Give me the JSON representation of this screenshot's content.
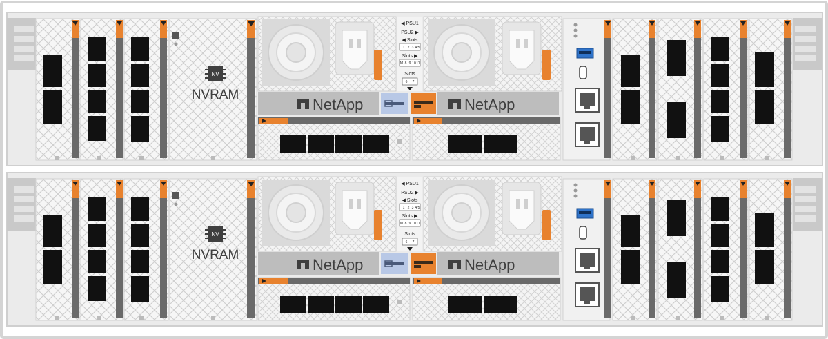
{
  "labels": {
    "nvram": "NVRAM",
    "nvram_badge": "NV",
    "brand": "NetApp",
    "psu1": "◀ PSU1",
    "psu2": "PSU2 ▶",
    "slots_left": "◀ Slots",
    "slots_right": "Slots ▶",
    "slots": "Slots",
    "slots_row_a": [
      "1",
      "2",
      "3",
      "4/5"
    ],
    "slots_row_b": [
      "8",
      "9",
      "10",
      "11"
    ],
    "slots_row_c": [
      "6",
      "7"
    ],
    "slots_m": "M"
  },
  "colors": {
    "chassis": "#ececec",
    "orange": "#e8822e",
    "port": "#111111",
    "handle": "#c8c8c8",
    "brand_bar": "#bdbdbd",
    "usb_blue": "#2f73c9",
    "light_blue": "#b8c8e6"
  },
  "icons": [
    "psu-fan-icon",
    "power-inlet-icon",
    "usb-icon",
    "ethernet-icon",
    "netapp-logo-icon",
    "nvram-chip-icon",
    "release-latch-icon"
  ]
}
